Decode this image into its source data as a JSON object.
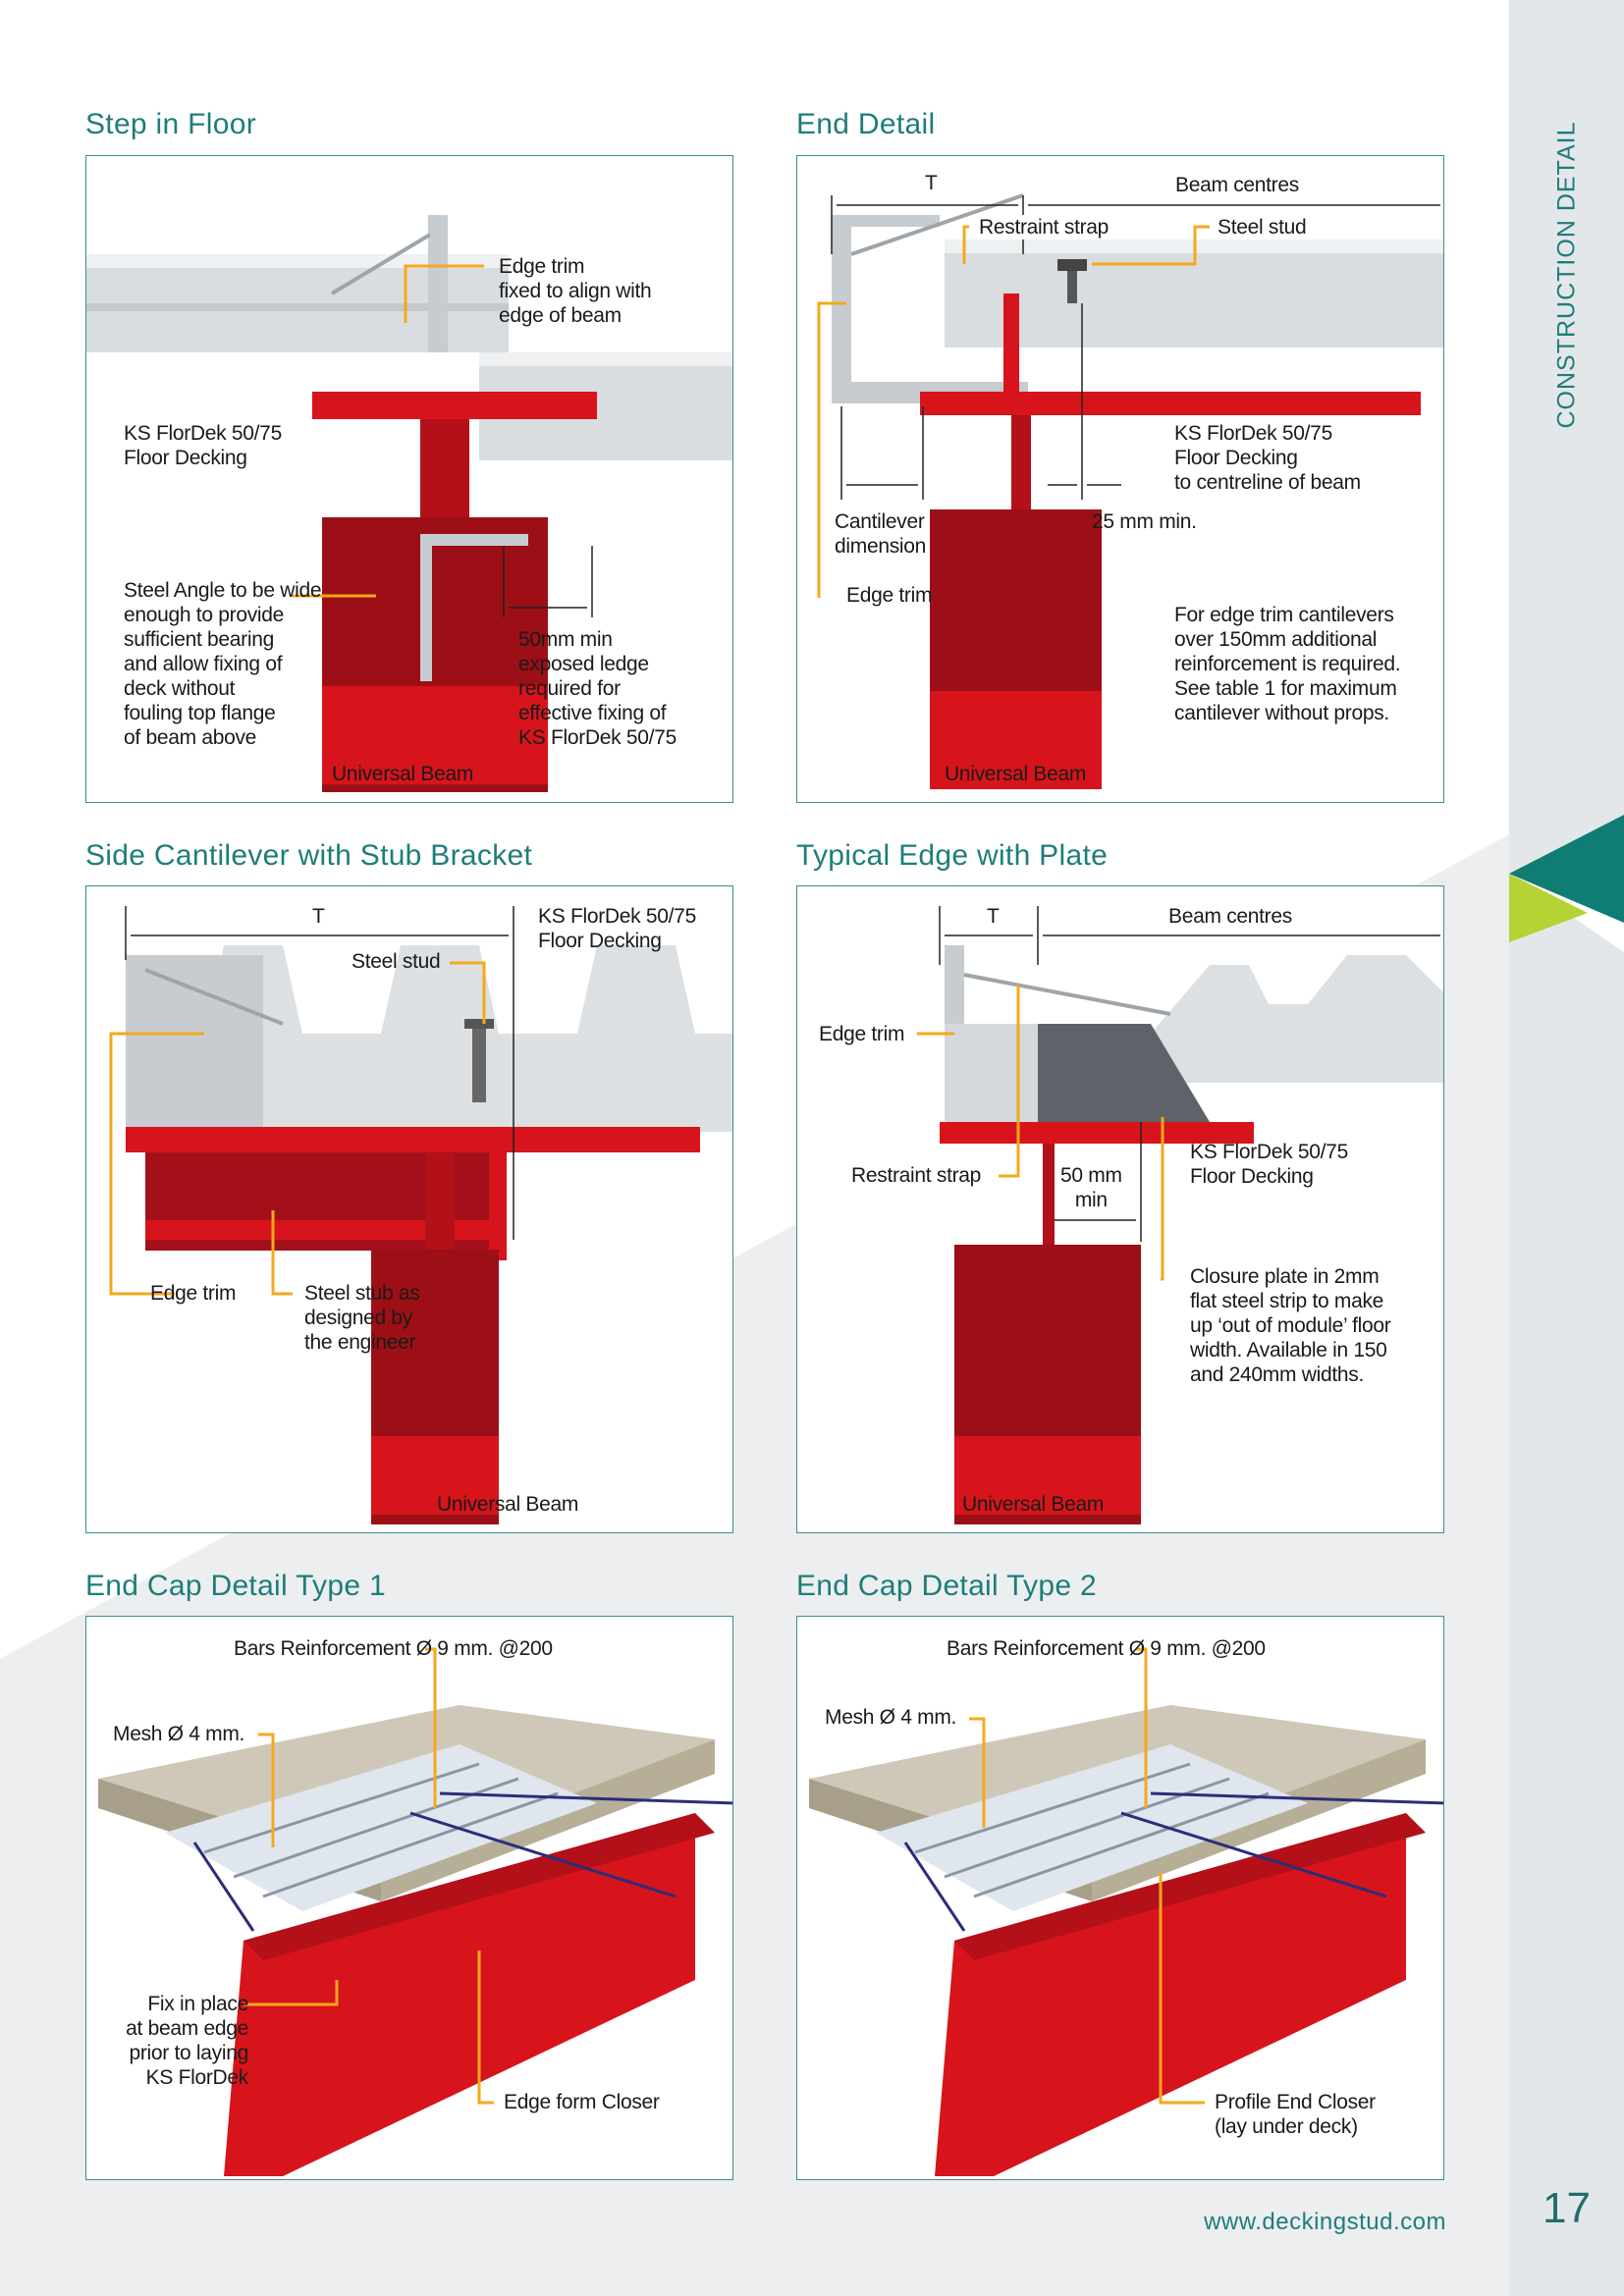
{
  "sidebar": {
    "title": "CONSTRUCTION DETAIL",
    "page_number": "17"
  },
  "footer": {
    "url": "www.deckingstud.com"
  },
  "colors": {
    "accent_teal": "#1e7d7a",
    "leader_orange": "#f5a81c",
    "beam_red": "#d7141b",
    "tab_green": "#b5d334",
    "tab_teal": "#0f7d74"
  },
  "panels": {
    "step_in_floor": {
      "title": "Step in Floor",
      "edge_trim": "Edge trim\nfixed to align with\nedge of beam",
      "decking": "KS FlorDek 50/75\nFloor Decking",
      "steel_angle": "Steel Angle to be wide\nenough to provide\nsufficient bearing\nand allow fixing of\ndeck without\nfouling top flange\nof beam above",
      "ledge": "50mm min\nexposed ledge\nrequired for\neffective fixing of\nKS FlorDek 50/75",
      "beam": "Universal Beam"
    },
    "end_detail": {
      "title": "End Detail",
      "t": "T",
      "beam_centres": "Beam centres",
      "restraint_strap": "Restraint strap",
      "steel_stud": "Steel stud",
      "decking": "KS FlorDek 50/75\nFloor Decking\nto centreline of beam",
      "cantilever": "Cantilever\ndimension",
      "min25": "25 mm min.",
      "edge_trim": "Edge trim",
      "note": "For edge trim cantilevers\nover 150mm additional\nreinforcement is required.\nSee table 1 for maximum\ncantilever without props.",
      "beam": "Universal Beam"
    },
    "side_cantilever": {
      "title": "Side Cantilever with Stub Bracket",
      "t": "T",
      "decking": "KS FlorDek 50/75\nFloor Decking",
      "steel_stud": "Steel stud",
      "edge_trim": "Edge trim",
      "stub": "Steel stub as\ndesigned by\nthe engineer",
      "beam": "Universal Beam"
    },
    "edge_plate": {
      "title": "Typical Edge with Plate",
      "t": "T",
      "beam_centres": "Beam centres",
      "edge_trim": "Edge trim",
      "restraint_strap": "Restraint strap",
      "min50": "50 mm\nmin",
      "decking": "KS FlorDek 50/75\nFloor Decking",
      "closure": "Closure plate in 2mm\nflat steel strip to make\nup ‘out of module’ floor\nwidth. Available in 150\nand 240mm widths.",
      "beam": "Universal Beam"
    },
    "end_cap_1": {
      "title": "End Cap Detail Type 1",
      "bars": "Bars Reinforcement Ø 9 mm. @200",
      "mesh": "Mesh Ø 4 mm.",
      "fix": "Fix in place\nat beam edge\nprior to laying\nKS FlorDek",
      "closer": "Edge form Closer"
    },
    "end_cap_2": {
      "title": "End Cap Detail Type 2",
      "bars": "Bars Reinforcement Ø 9 mm. @200",
      "mesh": "Mesh Ø 4 mm.",
      "closer": "Profile End Closer\n(lay under deck)"
    }
  }
}
